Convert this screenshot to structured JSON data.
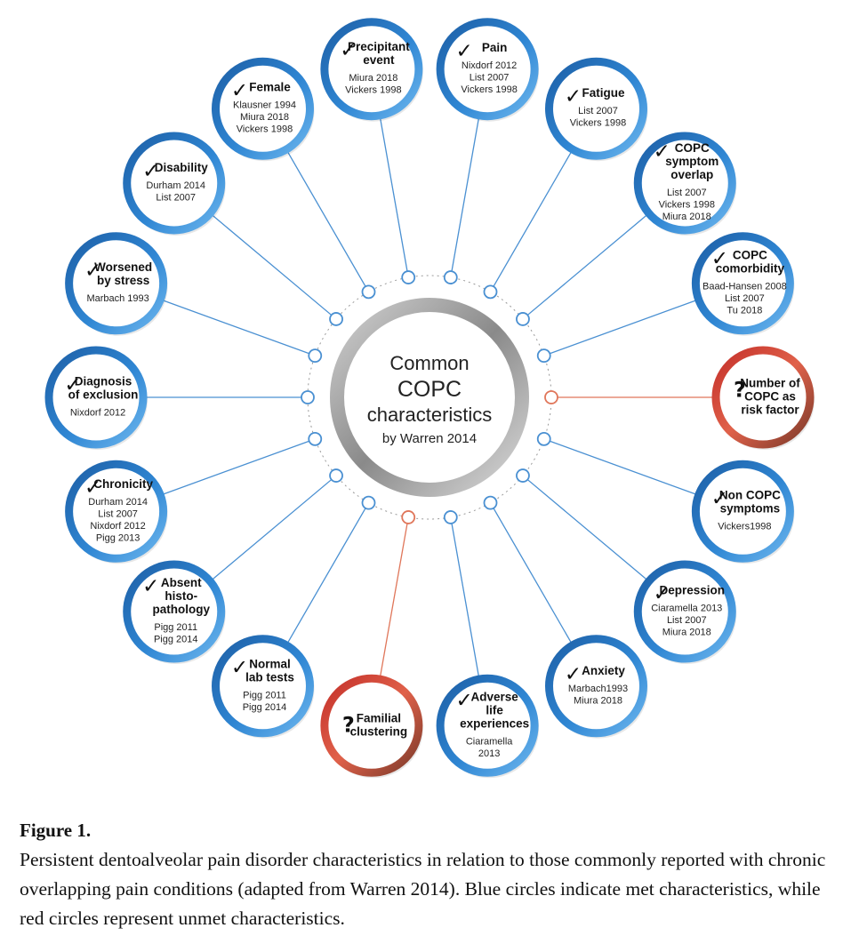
{
  "center": {
    "line1": "Common",
    "line2": "COPC",
    "line3": "characteristics",
    "line4": "by Warren 2014"
  },
  "colors": {
    "met": "#2e7cc4",
    "unmet": "#d9543c",
    "line_met": "#4a90d2",
    "line_unmet": "#e0765a"
  },
  "nodes": [
    {
      "status": "met",
      "mark": "✓",
      "title": [
        "Precipitant",
        "event"
      ],
      "refs": [
        "Miura 2018",
        "Vickers 1998"
      ]
    },
    {
      "status": "met",
      "mark": "✓",
      "title": [
        "Pain"
      ],
      "refs": [
        "Nixdorf 2012",
        "List 2007",
        "Vickers 1998"
      ]
    },
    {
      "status": "met",
      "mark": "✓",
      "title": [
        "Fatigue"
      ],
      "refs": [
        "List 2007",
        "Vickers 1998"
      ]
    },
    {
      "status": "met",
      "mark": "✓",
      "title": [
        "COPC",
        "symptom",
        "overlap"
      ],
      "refs": [
        "List 2007",
        "Vickers 1998",
        "Miura 2018"
      ]
    },
    {
      "status": "met",
      "mark": "✓",
      "title": [
        "COPC",
        "comorbidity"
      ],
      "refs": [
        "Baad-Hansen 2008",
        "List 2007",
        "Tu 2018"
      ]
    },
    {
      "status": "unmet",
      "mark": "?",
      "title": [
        "Number of",
        "COPC as",
        "risk factor"
      ],
      "refs": []
    },
    {
      "status": "met",
      "mark": "✓",
      "title": [
        "Non COPC",
        "symptoms"
      ],
      "refs": [
        "Vickers1998"
      ]
    },
    {
      "status": "met",
      "mark": "✓",
      "title": [
        "Depression"
      ],
      "refs": [
        "Ciaramella 2013",
        "List 2007",
        "Miura 2018"
      ]
    },
    {
      "status": "met",
      "mark": "✓",
      "title": [
        "Anxiety"
      ],
      "refs": [
        "Marbach1993",
        "Miura 2018"
      ]
    },
    {
      "status": "met",
      "mark": "✓",
      "title": [
        "Adverse",
        "life",
        "experiences"
      ],
      "refs": [
        "Ciaramella",
        "2013"
      ]
    },
    {
      "status": "unmet",
      "mark": "?",
      "title": [
        "Familial",
        "clustering"
      ],
      "refs": []
    },
    {
      "status": "met",
      "mark": "✓",
      "title": [
        "Normal",
        "lab tests"
      ],
      "refs": [
        "Pigg 2011",
        "Pigg 2014"
      ]
    },
    {
      "status": "met",
      "mark": "✓",
      "title": [
        "Absent",
        "histo-",
        "pathology"
      ],
      "refs": [
        "Pigg 2011",
        "Pigg 2014"
      ]
    },
    {
      "status": "met",
      "mark": "✓",
      "title": [
        "Chronicity"
      ],
      "refs": [
        "Durham 2014",
        "List 2007",
        "Nixdorf 2012",
        "Pigg 2013"
      ]
    },
    {
      "status": "met",
      "mark": "✓",
      "title": [
        "Diagnosis",
        "of exclusion"
      ],
      "refs": [
        "Nixdorf 2012"
      ]
    },
    {
      "status": "met",
      "mark": "✓",
      "title": [
        "Worsened",
        "by stress"
      ],
      "refs": [
        "Marbach 1993"
      ]
    },
    {
      "status": "met",
      "mark": "✓",
      "title": [
        "Disability"
      ],
      "refs": [
        "Durham 2014",
        "List 2007"
      ]
    },
    {
      "status": "met",
      "mark": "✓",
      "title": [
        "Female"
      ],
      "refs": [
        "Klausner 1994",
        "Miura 2018",
        "Vickers 1998"
      ]
    }
  ],
  "caption": {
    "title": "Figure 1.",
    "text": "Persistent dentoalveolar pain disorder characteristics in relation to those commonly reported with chronic overlapping pain conditions (adapted from Warren 2014). Blue circles indicate met characteristics, while red circles represent unmet characteristics."
  }
}
